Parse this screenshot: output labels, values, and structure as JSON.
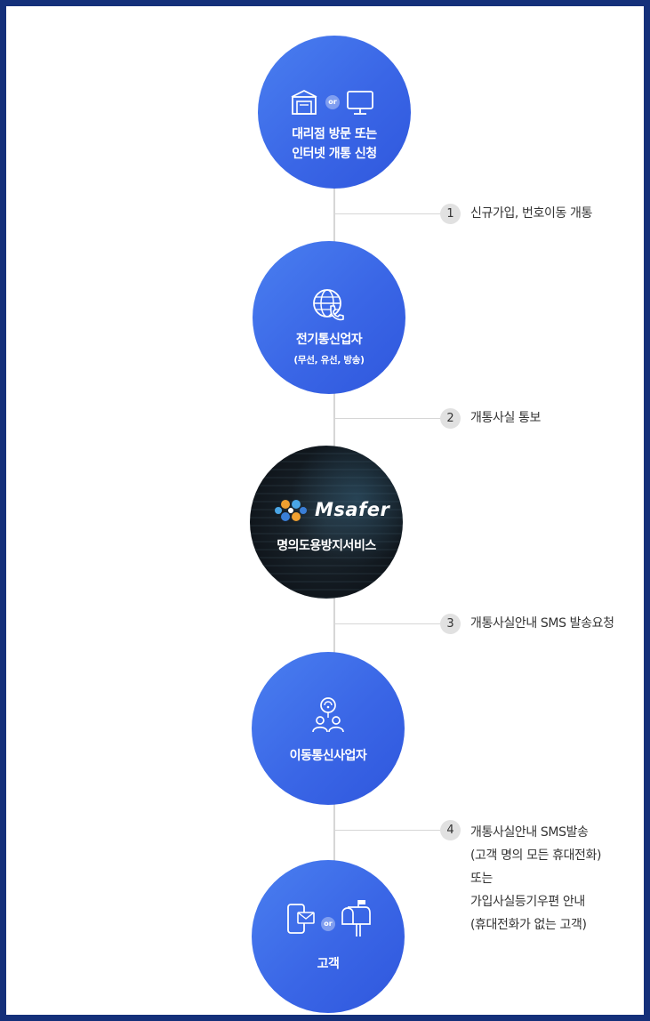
{
  "nodes": [
    {
      "title": "대리점 방문 또는\n인터넷 개통 신청",
      "or_label": "or"
    },
    {
      "title": "전기통신업자",
      "subtitle": "(무선, 유선, 방송)"
    },
    {
      "logo_text": "Msafer",
      "title": "명의도용방지서비스"
    },
    {
      "title": "이동통신사업자"
    },
    {
      "title": "고객",
      "or_label": "or"
    }
  ],
  "steps": [
    {
      "number": "1",
      "lines": [
        "신규가입, 번호이동 개통"
      ]
    },
    {
      "number": "2",
      "lines": [
        "개통사실 통보"
      ]
    },
    {
      "number": "3",
      "lines": [
        "개통사실안내 SMS 발송요청"
      ]
    },
    {
      "number": "4",
      "lines": [
        "개통사실안내 SMS발송",
        "(고객 명의 모든 휴대전화)",
        "또는",
        "가입사실등기우편 안내",
        "(휴대전화가 없는 고객)"
      ]
    }
  ],
  "icons": {
    "node1": [
      "store-icon",
      "monitor-icon"
    ],
    "node2": "globe-phone-icon",
    "node3": "msafer-logo",
    "node4": "users-network-icon",
    "node5": [
      "mobile-message-icon",
      "mailbox-icon"
    ]
  },
  "colors": {
    "circle": "#3a66e6",
    "frame": "#14307a",
    "line": "#d6d6d6",
    "badge": "#e1e1e1"
  }
}
